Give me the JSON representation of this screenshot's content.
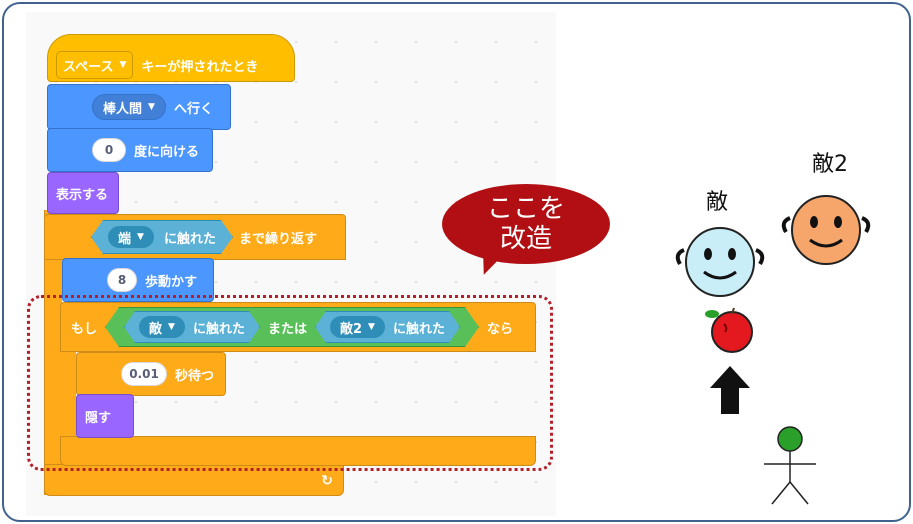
{
  "code": {
    "event": {
      "key_value": "スペース",
      "suffix": "キーが押されたとき"
    },
    "goto": {
      "target": "棒人間",
      "suffix": "へ行く"
    },
    "point": {
      "value": "0",
      "suffix": "度に向ける"
    },
    "show": {
      "label": "表示する"
    },
    "repeat_until": {
      "sensor": "端",
      "sensor_suffix": "に触れた",
      "suffix": "まで繰り返す"
    },
    "move": {
      "value": "8",
      "suffix": "歩動かす"
    },
    "if_block": {
      "prefix": "もし",
      "left_target": "敵",
      "left_suffix": "に触れた",
      "operator": "または",
      "right_target": "敵2",
      "right_suffix": "に触れた",
      "suffix": "なら"
    },
    "wait": {
      "value": "0.01",
      "suffix": "秒待つ"
    },
    "hide": {
      "label": "隠す"
    }
  },
  "callout": {
    "line1": "ここを",
    "line2": "改造"
  },
  "stage": {
    "enemy1_label": "敵",
    "enemy2_label": "敵2"
  },
  "colors": {
    "event": "#ffbf00",
    "control": "#ffab19",
    "motion": "#4c97ff",
    "looks": "#9966ff",
    "sensing": "#5cb1d6",
    "operator": "#59c059",
    "callout": "#b10f13",
    "frame": "#41628f"
  },
  "icons": [
    "dropdown-arrow-icon",
    "loop-arrow-icon",
    "arrow-up-icon"
  ]
}
